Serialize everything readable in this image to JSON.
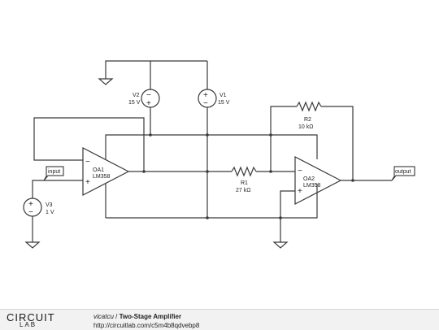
{
  "components": {
    "v2": {
      "name": "V2",
      "value": "15 V"
    },
    "v1": {
      "name": "V1",
      "value": "15 V"
    },
    "v3": {
      "name": "V3",
      "value": "1 V"
    },
    "oa1": {
      "name": "OA1",
      "part": "LM358"
    },
    "oa2": {
      "name": "OA2",
      "part": "LM358"
    },
    "r1": {
      "name": "R1",
      "value": "27 kΩ"
    },
    "r2": {
      "name": "R2",
      "value": "10 kΩ"
    }
  },
  "net_labels": {
    "input": "input",
    "output": "output"
  },
  "signs": {
    "plus": "+",
    "minus": "−"
  },
  "footer": {
    "brand_top": "CIRCUIT",
    "brand_bottom": "LAB",
    "author": "vicatcu",
    "separator": "/",
    "title": "Two-Stage Amplifier",
    "url": "http://circuitlab.com/c5m4b8qdvebp8"
  },
  "colors": {
    "wire": "#3a3a3a",
    "footer_bg": "#f2f2f2"
  }
}
